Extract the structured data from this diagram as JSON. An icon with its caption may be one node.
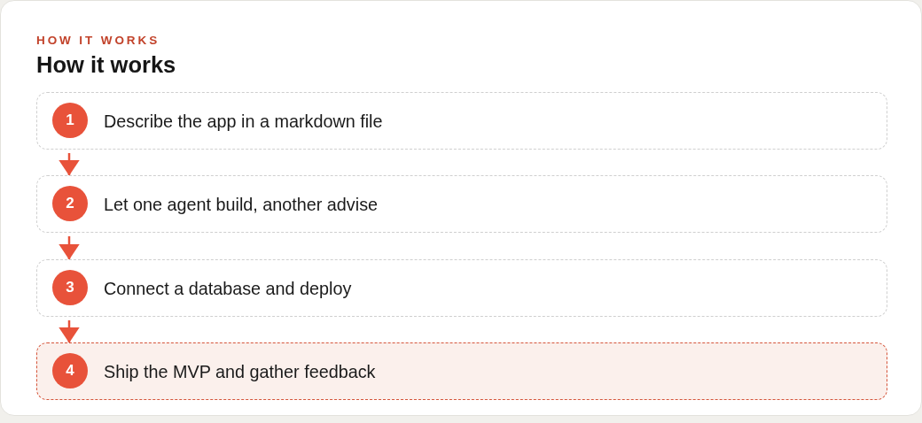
{
  "diagram": {
    "title": "How it works",
    "nodes": [
      {
        "text": [
          "Describe the app in a markdown file"
        ]
      },
      {
        "text": [
          "1"
        ],
        "in": 0
      },
      {
        "text": [
          "Let one agent build, another advise"
        ]
      },
      {
        "text": [
          "2"
        ],
        "in": 2
      },
      {
        "text": [
          "Connect a database and deploy"
        ]
      },
      {
        "text": [
          "3"
        ],
        "in": 4
      },
      {
        "text": [
          "Ship the MVP and gather feedback"
        ]
      },
      {
        "text": [
          "4"
        ],
        "in": 6
      }
    ],
    "edges": [
      {
        "from": 0,
        "to": 2,
        "arrow": "to"
      },
      {
        "from": 2,
        "to": 4,
        "arrow": "to"
      },
      {
        "from": 4,
        "to": 6,
        "arrow": "to"
      }
    ],
    "labels": [
      "HOW IT WORKS"
    ]
  }
}
